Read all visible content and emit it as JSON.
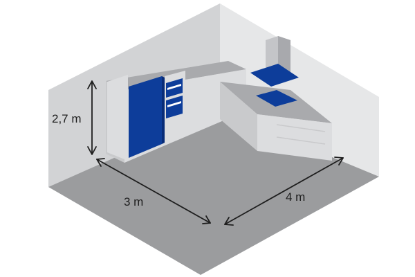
{
  "dimensions": {
    "height_label": "2,7 m",
    "width_label": "3 m",
    "depth_label": "4 m"
  },
  "colors": {
    "floor": "#9b9c9e",
    "left_wall": "#d2d3d5",
    "right_wall": "#e6e7e8",
    "cabinet_front": "#dcdddf",
    "cabinet_side": "#c9cacc",
    "countertop": "#a9aaad",
    "appliance_blue": "#0d3d9a",
    "appliance_blue_dark": "#082c78",
    "hood": "#c4c5c8",
    "dimension_line": "#1e1e1e"
  },
  "icons": [
    "fridge-icon",
    "oven-icon",
    "cooktop-icon",
    "range-hood-icon",
    "double-arrow-icon"
  ]
}
